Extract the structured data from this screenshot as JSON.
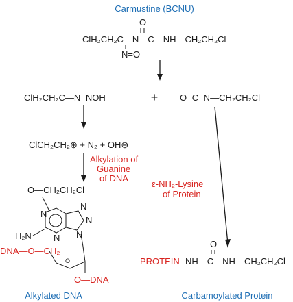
{
  "title": "Carmustine (BCNU)",
  "carmustine": {
    "left": "ClH₂CH₂C—N—C—NH—CH₂CH₂Cl",
    "carbonyl_o": "O",
    "nitroso": "N=O"
  },
  "split": {
    "left": "ClH₂CH₂C—N=NOH",
    "plus": "+",
    "right": "O=C=N—CH₂CH₂Cl"
  },
  "ions": {
    "text": "ClCH₂CH₂⊕ + N₂ + OH⊖"
  },
  "labels": {
    "alkylation": [
      "Alkylation of",
      "Guanine",
      "of DNA"
    ],
    "lysine": [
      "ε-NH₂-Lysine",
      "of Protein"
    ]
  },
  "dna_structure": {
    "o_substituent": "O—CH₂CH₂Cl",
    "n_top": "N",
    "n_left": "N",
    "n_right": "N",
    "n_bottom": "N",
    "n_bottom_right": "N",
    "h2n": "H₂N",
    "sugar_left": "DNA—O—CH₂",
    "sugar_o": "O",
    "sugar_bottom": "O—DNA",
    "caption": "Alkylated DNA"
  },
  "protein": {
    "o": "O",
    "prefix": "PROTEIN",
    "chain": "—NH—C—NH—CH₂CH₂Cl",
    "caption": "Carbamoylated Protein"
  },
  "colors": {
    "accent_blue": "#1f6fb5",
    "accent_red": "#d8231f",
    "ink": "#1a1a1a"
  }
}
